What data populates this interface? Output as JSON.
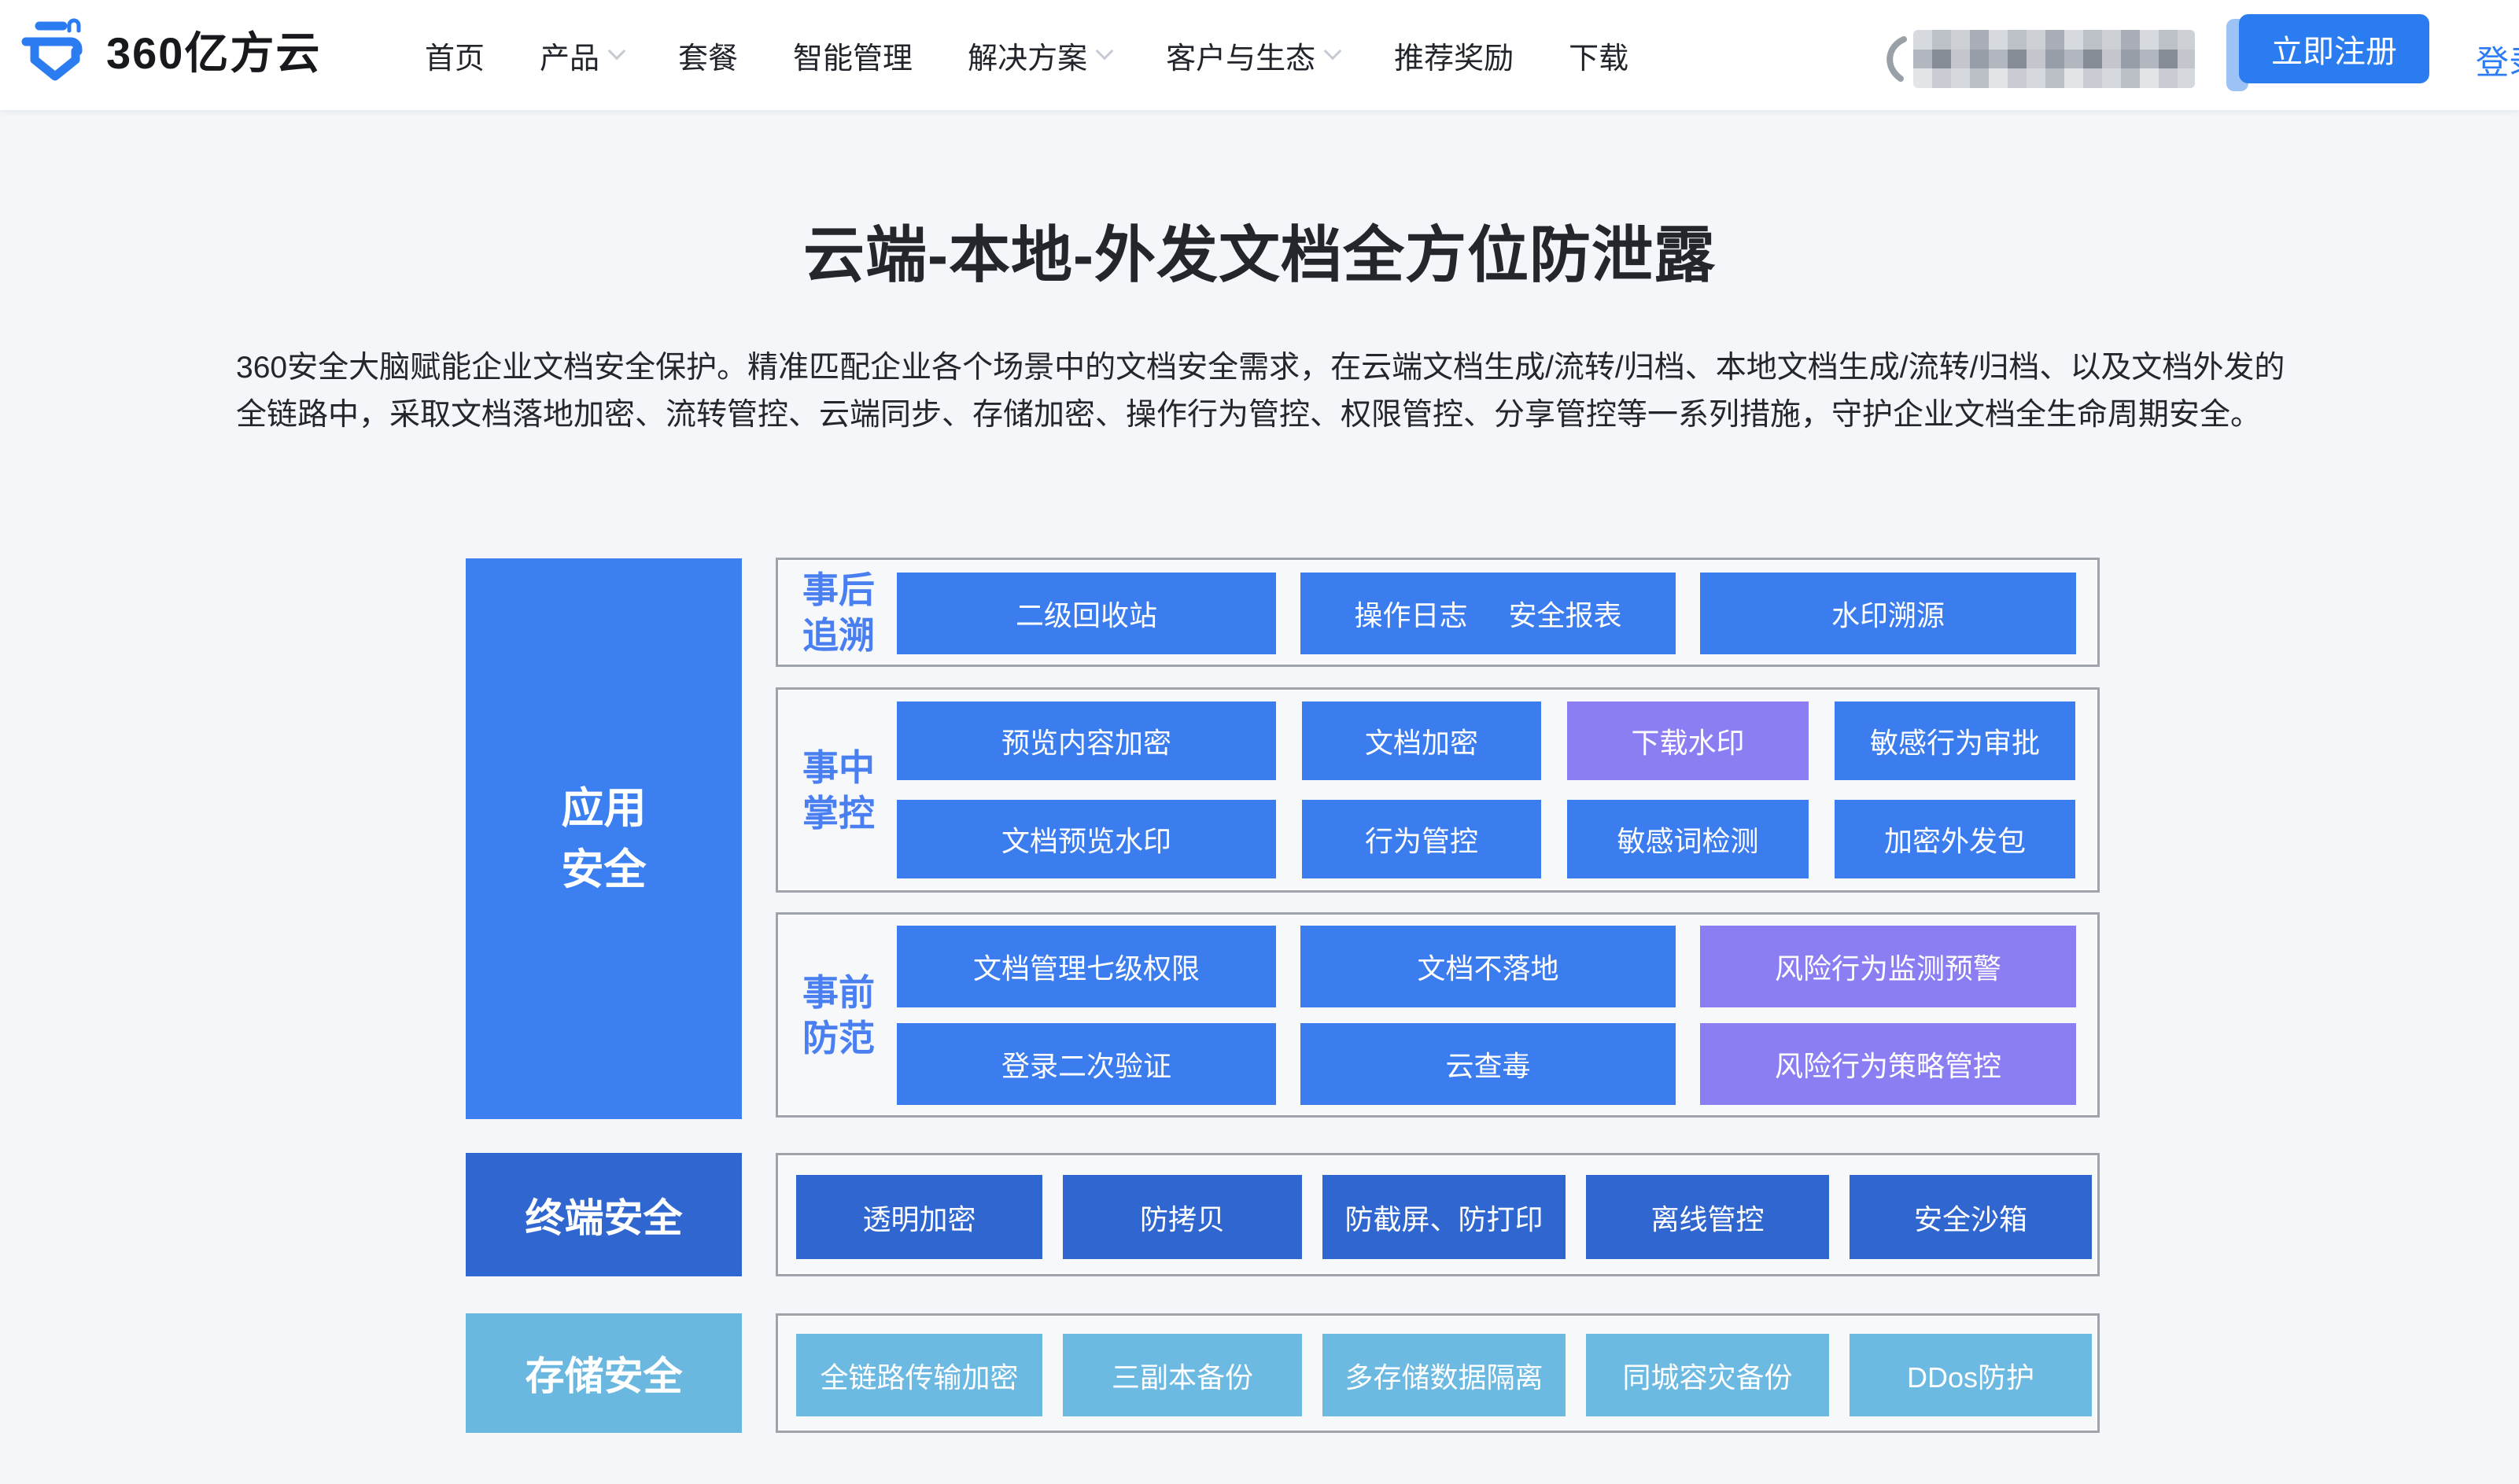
{
  "header": {
    "logo_text": "360亿方云",
    "nav_items": [
      {
        "label": "首页",
        "dropdown": false
      },
      {
        "label": "产品",
        "dropdown": true
      },
      {
        "label": "套餐",
        "dropdown": false
      },
      {
        "label": "智能管理",
        "dropdown": false
      },
      {
        "label": "解决方案",
        "dropdown": true
      },
      {
        "label": "客户与生态",
        "dropdown": true
      },
      {
        "label": "推荐奖励",
        "dropdown": false
      },
      {
        "label": "下载",
        "dropdown": false
      }
    ],
    "register_label": "立即注册",
    "login_label": "登录"
  },
  "hero": {
    "title": "云端-本地-外发文档全方位防泄露",
    "description": "360安全大脑赋能企业文档安全保护。精准匹配企业各个场景中的文档安全需求，在云端文档生成/流转/归档、本地文档生成/流转/归档、以及文档外发的全链路中，采取文档落地加密、流转管控、云端同步、存储加密、操作行为管控、权限管控、分享管控等一系列措施，守护企业文档全生命周期安全。"
  },
  "diagram": {
    "categories": {
      "app": {
        "line1": "应用",
        "line2": "安全"
      },
      "terminal": "终端安全",
      "storage": "存储安全"
    },
    "phases": {
      "after": {
        "line1": "事后",
        "line2": "追溯"
      },
      "during": {
        "line1": "事中",
        "line2": "掌控"
      },
      "before": {
        "line1": "事前",
        "line2": "防范"
      }
    },
    "after_boxes": [
      "二级回收站",
      "操作日志",
      "安全报表",
      "水印溯源"
    ],
    "during_row1": [
      "预览内容加密",
      "文档加密",
      "下载水印",
      "敏感行为审批"
    ],
    "during_row2": [
      "文档预览水印",
      "行为管控",
      "敏感词检测",
      "加密外发包"
    ],
    "before_row1": [
      "文档管理七级权限",
      "文档不落地",
      "风险行为监测预警"
    ],
    "before_row2": [
      "登录二次验证",
      "云查毒",
      "风险行为策略管控"
    ],
    "terminal_boxes": [
      "透明加密",
      "防拷贝",
      "防截屏、防打印",
      "离线管控",
      "安全沙箱"
    ],
    "storage_boxes": [
      "全链路传输加密",
      "三副本备份",
      "多存储数据隔离",
      "同城容灾备份",
      "DDos防护"
    ],
    "colors": {
      "app_blue": "#3b7dee",
      "accent_purple": "#8b7ef2",
      "terminal_blue": "#3066cf",
      "storage_blue": "#6cb9e2",
      "phase_label_blue": "#4a7ff2",
      "brand_blue": "#2b7cf0"
    }
  }
}
